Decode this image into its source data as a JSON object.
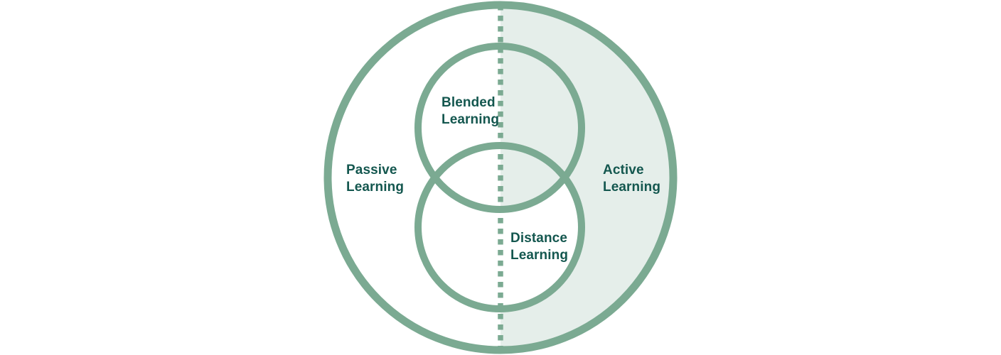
{
  "colors": {
    "circle_stroke": "#7baa92",
    "active_fill": "#e5eeea",
    "label_text": "#14574f",
    "background": "#ffffff"
  },
  "diagram": {
    "type": "venn-diagram",
    "description": "Large circle split by dotted vertical divider; left half white (Passive Learning), right half shaded (Active Learning); two overlapping inner circles: Blended Learning (top, right side shaded) and Distance Learning (bottom, white interior)",
    "regions": [
      {
        "id": "passive",
        "label": "Passive Learning"
      },
      {
        "id": "active",
        "label": "Active Learning"
      },
      {
        "id": "blended",
        "label": "Blended Learning"
      },
      {
        "id": "distance",
        "label": "Distance Learning"
      }
    ]
  },
  "labels": {
    "passive": {
      "line1": "Passive",
      "line2": "Learning"
    },
    "active": {
      "line1": "Active",
      "line2": "Learning"
    },
    "blended": {
      "line1": "Blended",
      "line2": "Learning"
    },
    "distance": {
      "line1": "Distance",
      "line2": "Learning"
    }
  }
}
